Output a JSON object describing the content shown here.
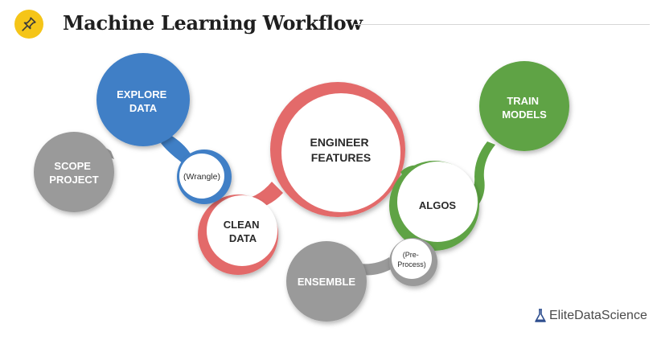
{
  "header": {
    "title": "Machine Learning Workflow",
    "icon": "pushpin-icon"
  },
  "nodes": {
    "explore": [
      "EXPLORE",
      "DATA"
    ],
    "scope": [
      "SCOPE",
      "PROJECT"
    ],
    "wrangle": "(Wrangle)",
    "clean": [
      "CLEAN",
      "DATA"
    ],
    "engineer": [
      "ENGINEER",
      "FEATURES"
    ],
    "algos": "ALGOS",
    "train": [
      "TRAIN",
      "MODELS"
    ],
    "preprocess": [
      "(Pre-",
      "Process)"
    ],
    "ensemble": "ENSEMBLE"
  },
  "colors": {
    "blue": "#3f7fc6",
    "gray": "#9a9a9a",
    "red": "#e36a6a",
    "green": "#5ea344",
    "accent": "#f5c518"
  },
  "brand": {
    "name": "EliteDataScience",
    "icon": "flask-icon"
  }
}
